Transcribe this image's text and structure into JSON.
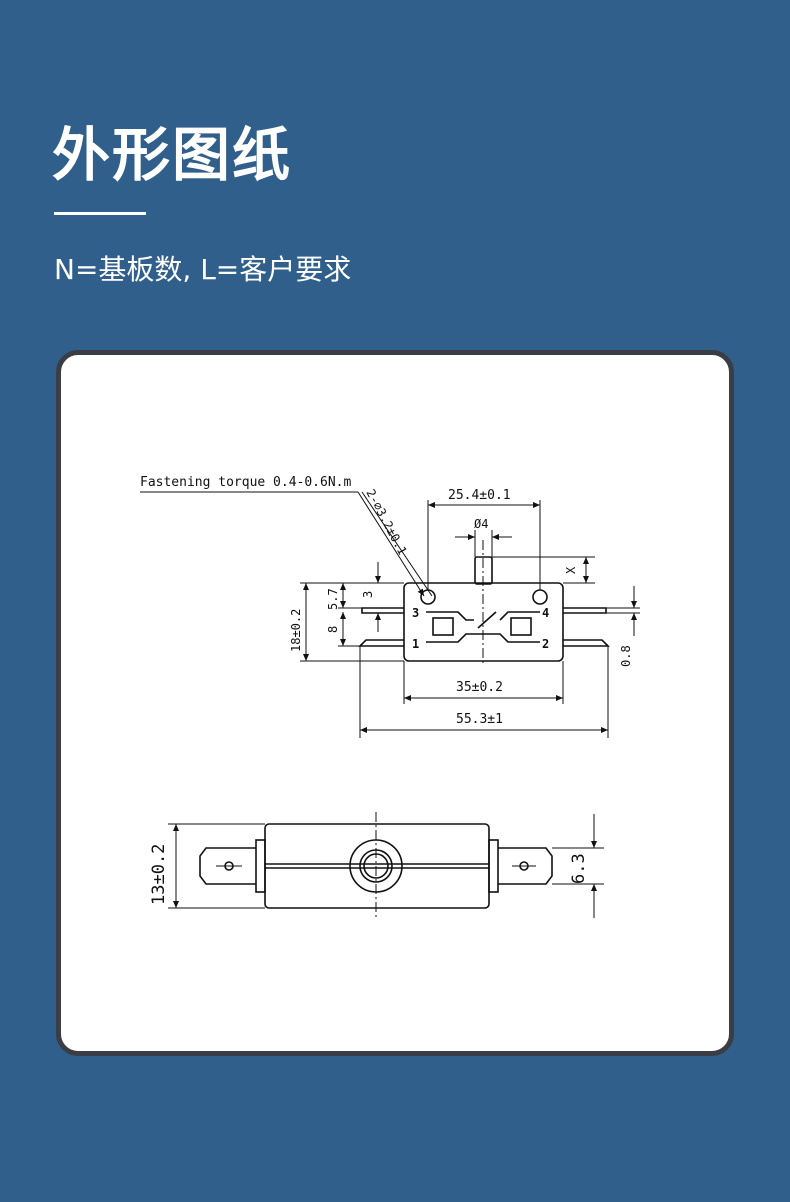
{
  "header": {
    "title": "外形图纸",
    "subtitle": "N=基板数, L=客户要求"
  },
  "drawing": {
    "torque_note": "Fastening torque 0.4-0.6N.m",
    "hole_note": "2-⌀3.2±0.1",
    "dim_width_holes": "25.4±0.1",
    "dim_plunger_dia": "Ø4",
    "dim_x": "X",
    "dim_3": "3",
    "dim_5_7": "5.7",
    "dim_8": "8",
    "dim_height": "18±0.2",
    "dim_terminal_thk": "0.8",
    "dim_body_len": "35±0.2",
    "dim_total_len": "55.3±1",
    "dim_side_height": "13±0.2",
    "dim_terminal_width": "6.3",
    "terminal_labels": [
      "3",
      "4",
      "1",
      "2"
    ]
  },
  "colors": {
    "background": "#2f5f8a",
    "card": "#ffffff",
    "card_border": "#3a3d43",
    "text": "#ffffff"
  }
}
